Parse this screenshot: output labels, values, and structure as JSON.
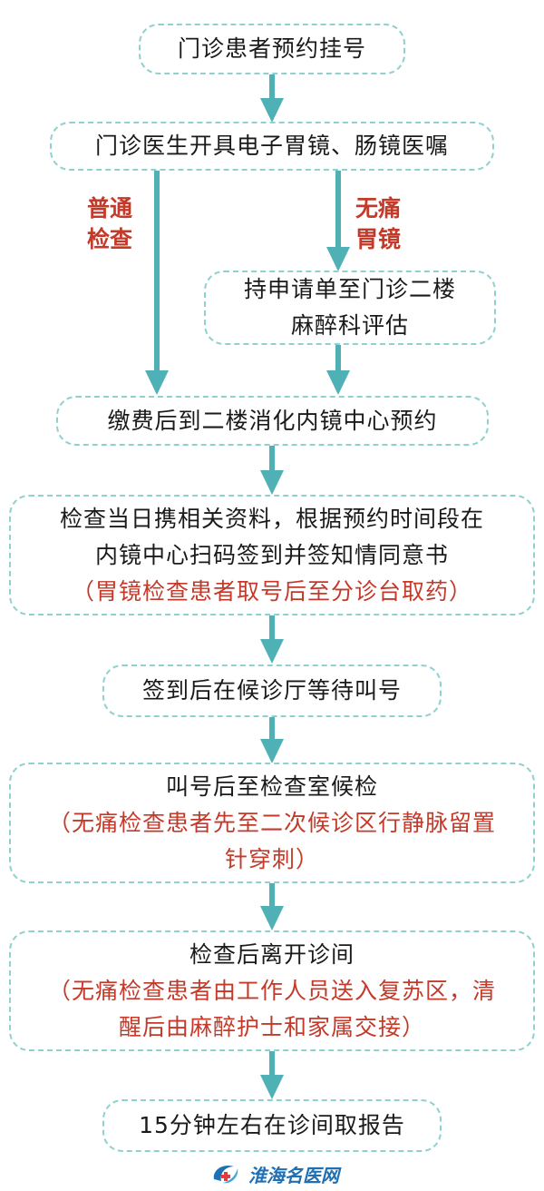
{
  "flow": {
    "step1": "门诊患者预约挂号",
    "step2": "门诊医生开具电子胃镜、肠镜医嘱",
    "branch_left": [
      "普通",
      "检查"
    ],
    "branch_right": [
      "无痛",
      "胃镜"
    ],
    "step3": [
      "持申请单至门诊二楼",
      "麻醉科评估"
    ],
    "step4": "缴费后到二楼消化内镜中心预约",
    "step5": {
      "lines": [
        "检查当日携相关资料，根据预约时间段在",
        "内镜中心扫码签到并签知情同意书"
      ],
      "note": "（胃镜检查患者取号后至分诊台取药）"
    },
    "step6": "签到后在候诊厅等待叫号",
    "step7": {
      "lines": [
        "叫号后至检查室候检"
      ],
      "note": [
        "（无痛检查患者先至二次候诊区行静脉留置",
        "针穿刺）"
      ]
    },
    "step8": {
      "lines": [
        "检查后离开诊间"
      ],
      "note": [
        "（无痛检查患者由工作人员送入复苏区，清",
        "醒后由麻醉护士和家属交接）"
      ]
    },
    "step9": "15分钟左右在诊间取报告"
  },
  "logo": {
    "text": "淮海名医网"
  },
  "colors": {
    "arrow": "#4fb0b5",
    "border": "#8fd1cf",
    "note": "#c43a2a"
  }
}
